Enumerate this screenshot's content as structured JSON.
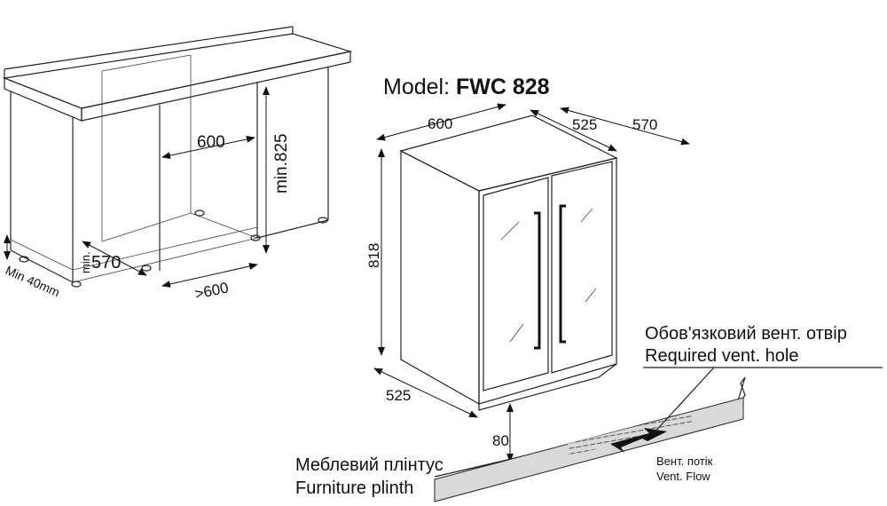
{
  "title": {
    "prefix": "Model: ",
    "model": "FWC 828"
  },
  "niche": {
    "width": "600",
    "height": "min.825",
    "depth_prefix": "min.",
    "depth": "570",
    "side_gap": ">600",
    "floor_clearance": "Min 40mm"
  },
  "appliance": {
    "width": "600",
    "depth_body": "525",
    "depth_total": "570",
    "height": "818",
    "bottom_depth": "525",
    "plinth_height": "80"
  },
  "vent_hole": {
    "label_uk": "Обов'язковий вент. отвір",
    "label_en": "Required vent. hole"
  },
  "vent_flow": {
    "label_uk": "Вент. потік",
    "label_en": "Vent. Flow"
  },
  "plinth": {
    "label_uk": "Меблевий плінтус",
    "label_en": "Furniture plinth"
  },
  "colors": {
    "plinth": "#d9d9d9",
    "line": "#222222"
  }
}
